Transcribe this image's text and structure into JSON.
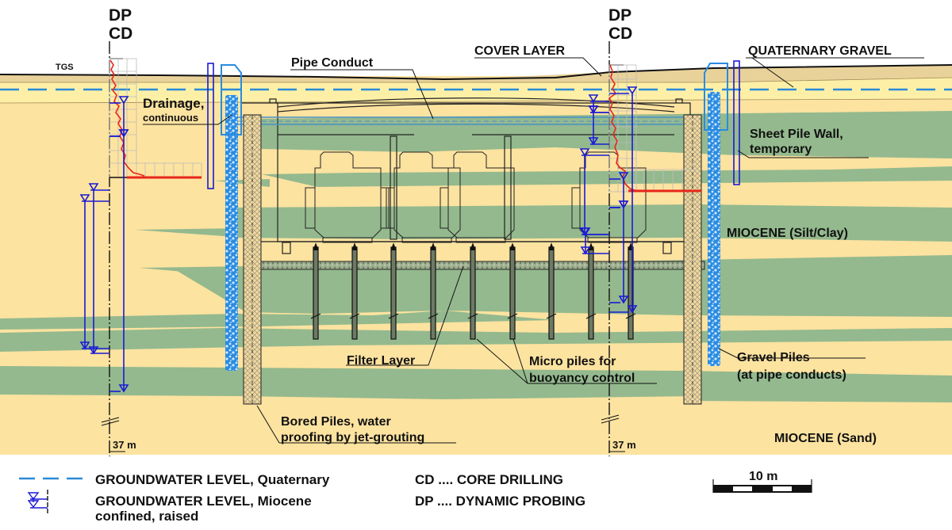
{
  "title": "Cross section – tunnel trough with buoyancy control",
  "colors": {
    "sand": "#fde3a0",
    "silt_clay": "#94b98e",
    "cover_layer": "#e9d29a",
    "quaternary_gravel": "#fdf0a6",
    "groundwater_quaternary": "#2a8ad8",
    "groundwater_miocene": "#1a1ad6",
    "probing_curve": "#e8261a",
    "gravel_pile": "#2a8ce0",
    "structure": "#222222"
  },
  "boreholes": [
    {
      "top_label_1": "DP",
      "top_label_2": "CD",
      "depth_label": "37 m"
    },
    {
      "top_label_1": "DP",
      "top_label_2": "CD",
      "depth_label": "37 m"
    }
  ],
  "surface_label": "TGS",
  "labels": {
    "pipe_conduct": "Pipe Conduct",
    "cover_layer": "COVER LAYER",
    "quaternary_gravel": "QUATERNARY GRAVEL",
    "drainage_1": "Drainage,",
    "drainage_2": "continuous",
    "sheet_pile_1": "Sheet Pile Wall,",
    "sheet_pile_2": "temporary",
    "miocene_silt": "MIOCENE (Silt/Clay)",
    "gravel_piles_1": "Gravel Piles",
    "gravel_piles_2": "(at pipe conducts)",
    "miocene_sand": "MIOCENE (Sand)",
    "filter_layer": "Filter Layer",
    "micro_piles_1": "Micro piles for",
    "micro_piles_2": "buoyancy control",
    "bored_piles_1": "Bored Piles, water",
    "bored_piles_2": "proofing by jet-grouting"
  },
  "legend": {
    "gw_quaternary": "GROUNDWATER LEVEL, Quaternary",
    "gw_miocene_1": "GROUNDWATER LEVEL, Miocene",
    "gw_miocene_2": "confined, raised",
    "cd": "CD .... CORE DRILLING",
    "dp": "DP .... DYNAMIC PROBING",
    "scale": "10 m"
  },
  "icons": {
    "gw_quaternary": "dashed-line-icon",
    "gw_miocene": "water-level-triangle-icon",
    "scale_bar": "scale-bar-icon"
  }
}
